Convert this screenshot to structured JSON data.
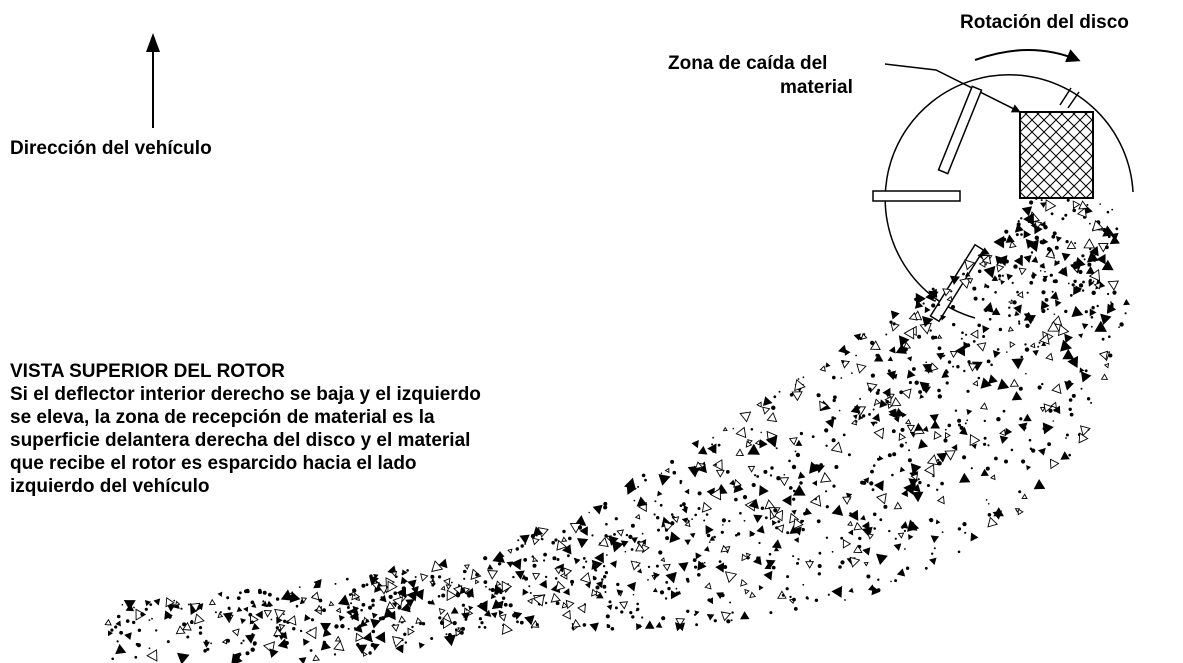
{
  "labels": {
    "vehicle_direction": "Dirección del vehículo",
    "disk_rotation": "Rotación del disco",
    "drop_zone_line1": "Zona de caída del",
    "drop_zone_line2": "material"
  },
  "description": {
    "title": "VISTA SUPERIOR DEL ROTOR",
    "lines": [
      "Si el deflector interior derecho se baja y el izquierdo",
      "se eleva,  la zona de recepción de material es la",
      "superficie delantera derecha del disco y el material",
      "que recibe el rotor es esparcido hacia el lado",
      "izquierdo del vehículo"
    ]
  },
  "colors": {
    "ink": "#000000",
    "background": "#ffffff"
  }
}
